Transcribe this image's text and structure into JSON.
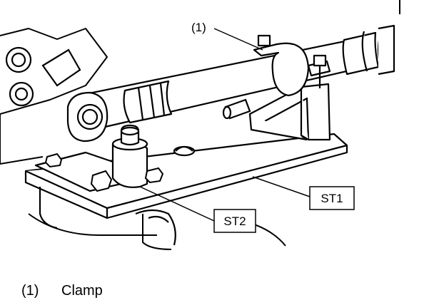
{
  "callouts": {
    "clamp_ref": "(1)",
    "st1": "ST1",
    "st2": "ST2"
  },
  "legend": {
    "number": "(1)",
    "label": "Clamp"
  }
}
